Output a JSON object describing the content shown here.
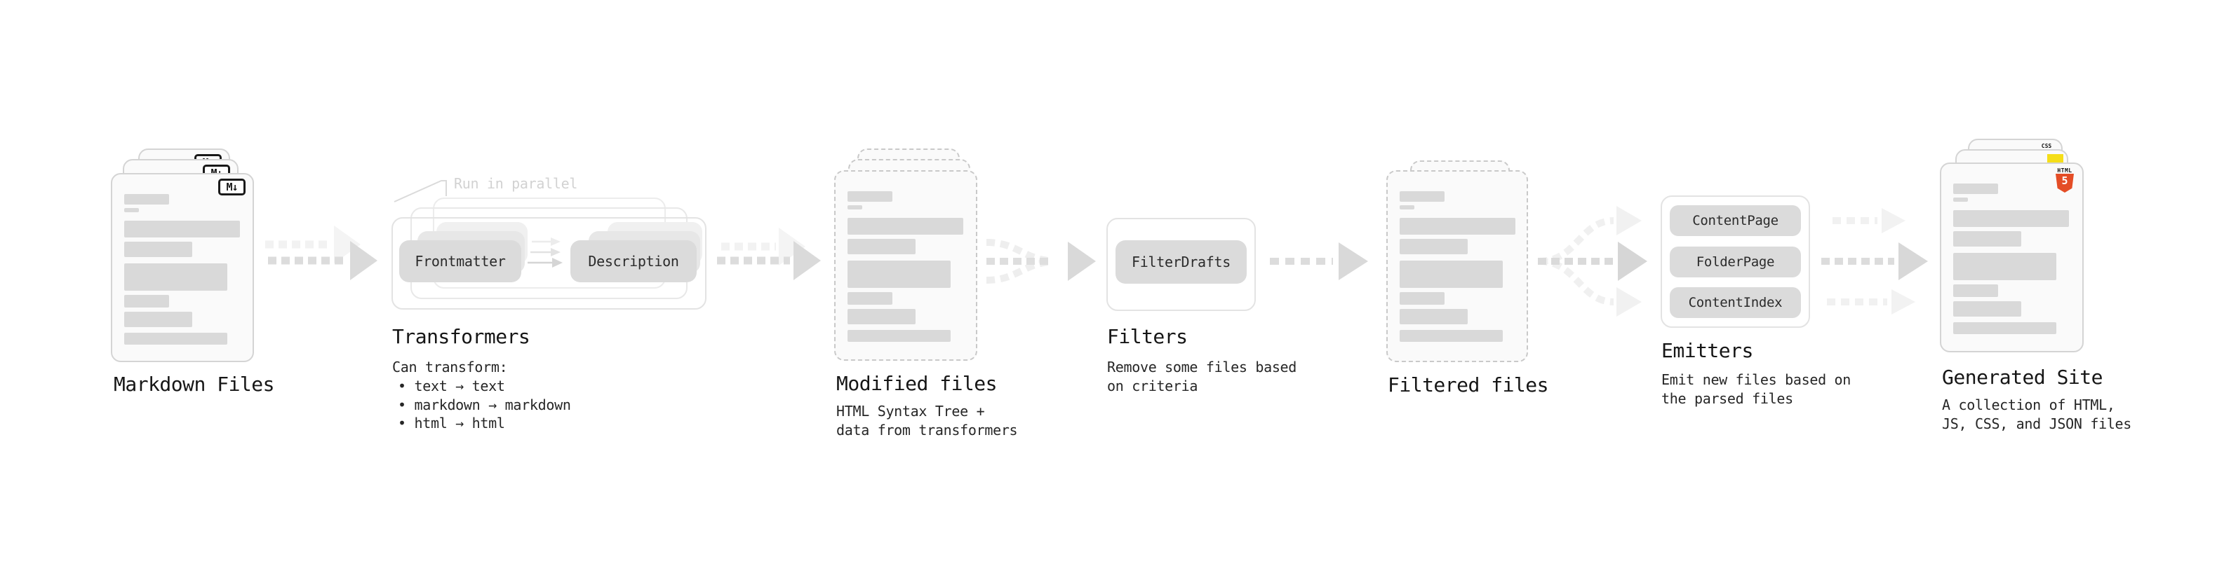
{
  "diagram": {
    "markdown_files": {
      "label": "Markdown Files",
      "badge": "M↓"
    },
    "transformers": {
      "annotation": "Run in parallel",
      "pill_frontmatter": "Frontmatter",
      "pill_description": "Description",
      "label": "Transformers",
      "body_title": "Can transform:",
      "bullet_1": "• text → text",
      "bullet_2": "• markdown → markdown",
      "bullet_3": "• html → html"
    },
    "modified_files": {
      "label": "Modified files",
      "body_line_1": "HTML Syntax Tree +",
      "body_line_2": "data from transformers"
    },
    "filters": {
      "pill": "FilterDrafts",
      "label": "Filters",
      "body_line_1": "Remove some files based",
      "body_line_2": "on criteria"
    },
    "filtered_files": {
      "label": "Filtered files"
    },
    "emitters": {
      "pill_1": "ContentPage",
      "pill_2": "FolderPage",
      "pill_3": "ContentIndex",
      "label": "Emitters",
      "body_line_1": "Emit new files based on",
      "body_line_2": "the parsed files"
    },
    "generated_site": {
      "label": "Generated Site",
      "body_line_1": "A collection of HTML,",
      "body_line_2": "JS, CSS, and JSON files",
      "badge_css": "CSS",
      "badge_html_label": "HTML",
      "badge_html_number": "5"
    }
  },
  "colors": {
    "accent_html5": "#e44d26",
    "accent_js": "#f5de19",
    "accent_css": "#2d53e5"
  }
}
